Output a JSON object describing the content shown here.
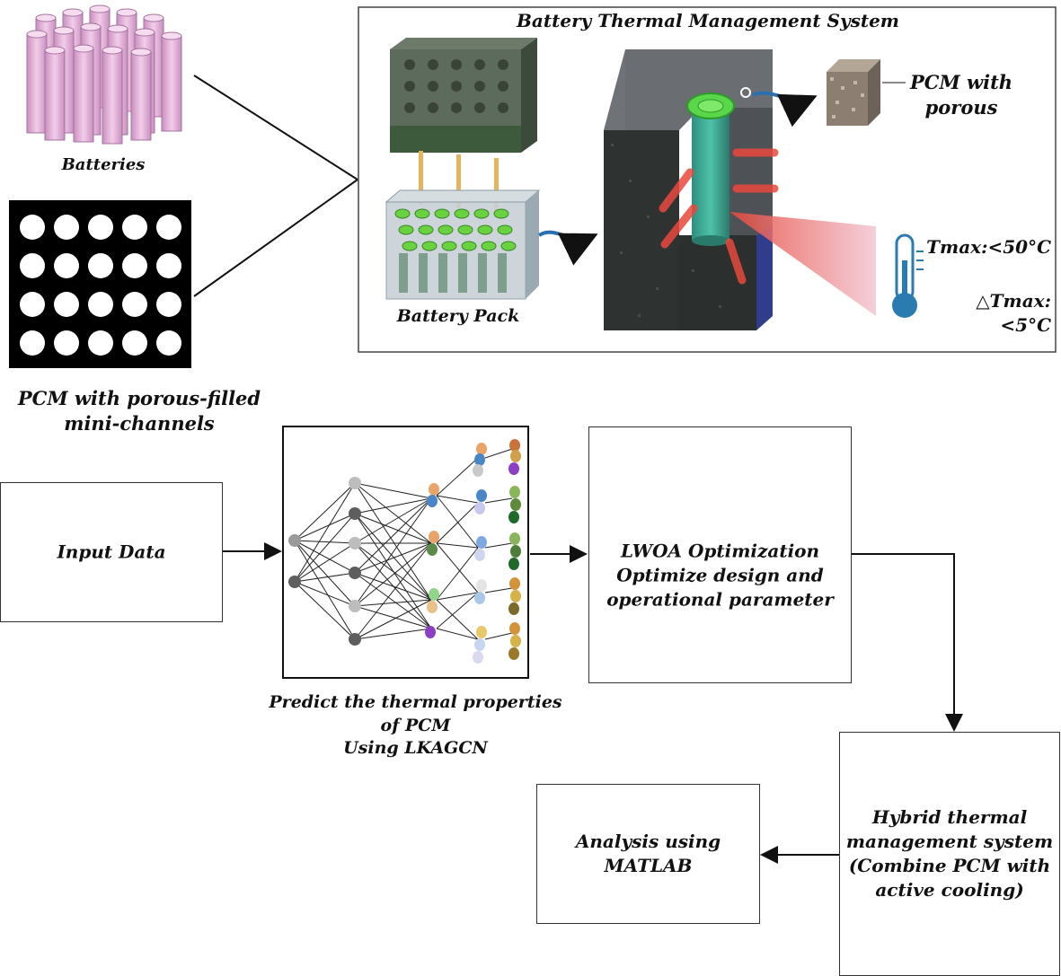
{
  "top_panel": {
    "title": "Battery Thermal Management System",
    "battery_pack_label": "Battery Pack",
    "pcm_label_line1": "PCM with",
    "pcm_label_line2": "porous",
    "tmax_label": "Tmax:<50°C",
    "delta_tmax_label": "△Tmax:<5°C"
  },
  "left_images": {
    "batteries_label": "Batteries",
    "pcm_channels_line1": "PCM with  porous-filled",
    "pcm_channels_line2": "mini-channels"
  },
  "flow": {
    "input_data": "Input Data",
    "predict_line1": "Predict the thermal properties",
    "predict_line2": "of PCM",
    "predict_line3": "Using LKAGCN",
    "lwoa_line1": "LWOA Optimization",
    "lwoa_line2": "Optimize design and",
    "lwoa_line3": "operational parameter",
    "hybrid_line1": "Hybrid thermal",
    "hybrid_line2": "management system",
    "hybrid_line3": "(Combine PCM with",
    "hybrid_line4": "active cooling)",
    "analysis_line1": "Analysis using",
    "analysis_line2": "MATLAB"
  },
  "colors": {
    "battery_pink": "#e6b5dd",
    "cell_green": "#6ad13f",
    "pcm_dark": "#3b3f42",
    "heat_red": "#e8483d",
    "leaf_green": "#59b949",
    "thermo_blue": "#2a7bb0"
  }
}
